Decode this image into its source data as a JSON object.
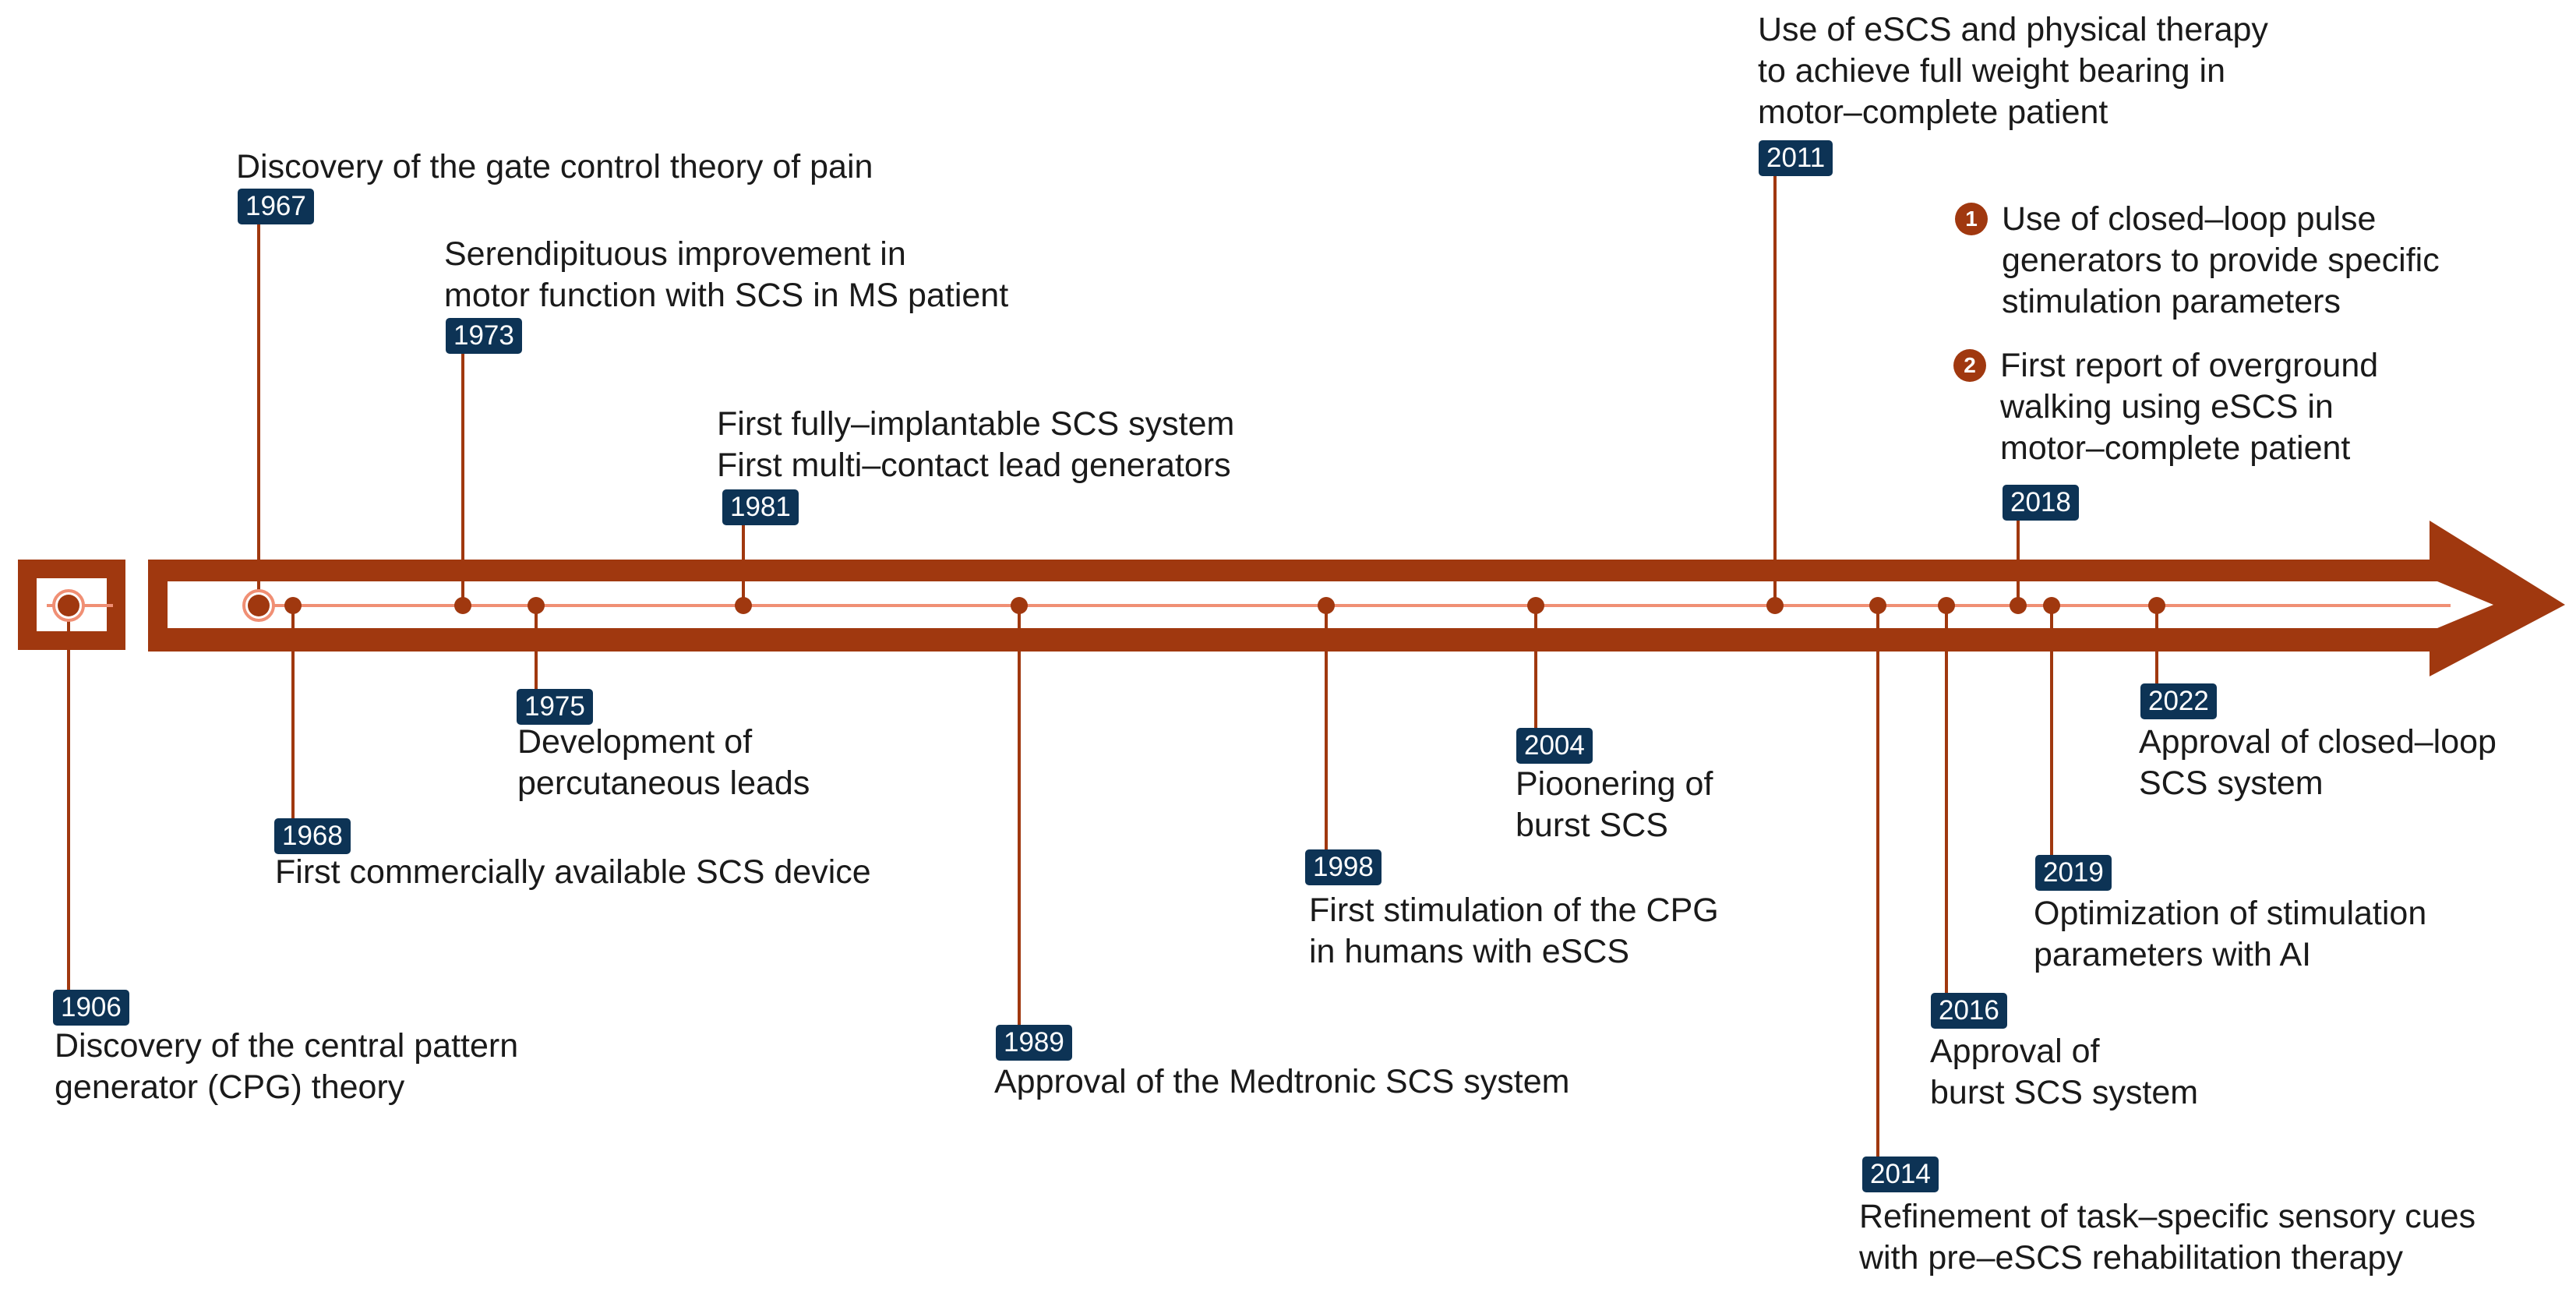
{
  "colors": {
    "arrow": "#a0380f",
    "axis_line": "#f08f74",
    "year_badge": "#0d3355",
    "text": "#1a1a1a"
  },
  "events": [
    {
      "year": "1906",
      "lines": [
        "Discovery of the central pattern",
        "generator (CPG) theory"
      ]
    },
    {
      "year": "1967",
      "lines": [
        "Discovery of the gate control theory of pain"
      ]
    },
    {
      "year": "1968",
      "lines": [
        "First commercially available SCS device"
      ]
    },
    {
      "year": "1973",
      "lines": [
        "Serendipituous improvement in",
        "motor function with SCS in MS patient"
      ]
    },
    {
      "year": "1975",
      "lines": [
        "Development of",
        "percutaneous leads"
      ]
    },
    {
      "year": "1981",
      "lines": [
        "First fully–implantable SCS system",
        "First multi–contact lead generators"
      ]
    },
    {
      "year": "1989",
      "lines": [
        "Approval of the Medtronic SCS system"
      ]
    },
    {
      "year": "1998",
      "lines": [
        "First stimulation of the CPG",
        "in humans with eSCS"
      ]
    },
    {
      "year": "2004",
      "lines": [
        "Pioonering of",
        "burst SCS"
      ]
    },
    {
      "year": "2011",
      "lines": [
        "Use of eSCS and physical therapy",
        "to achieve full weight bearing in",
        "motor–complete patient"
      ]
    },
    {
      "year": "2014",
      "lines": [
        "Refinement of task–specific sensory cues",
        "with pre–eSCS rehabilitation therapy"
      ]
    },
    {
      "year": "2016",
      "lines": [
        "Approval of",
        "burst SCS system"
      ]
    },
    {
      "year": "2018",
      "items": [
        {
          "marker": "1",
          "lines": [
            "Use of closed–loop pulse",
            "generators to provide specific",
            "stimulation parameters"
          ]
        },
        {
          "marker": "2",
          "lines": [
            "First report of overground",
            "walking using eSCS in",
            "motor–complete patient"
          ]
        }
      ]
    },
    {
      "year": "2019",
      "lines": [
        "Optimization of stimulation",
        "parameters with AI"
      ]
    },
    {
      "year": "2022",
      "lines": [
        "Approval of closed–loop",
        "SCS system"
      ]
    }
  ]
}
